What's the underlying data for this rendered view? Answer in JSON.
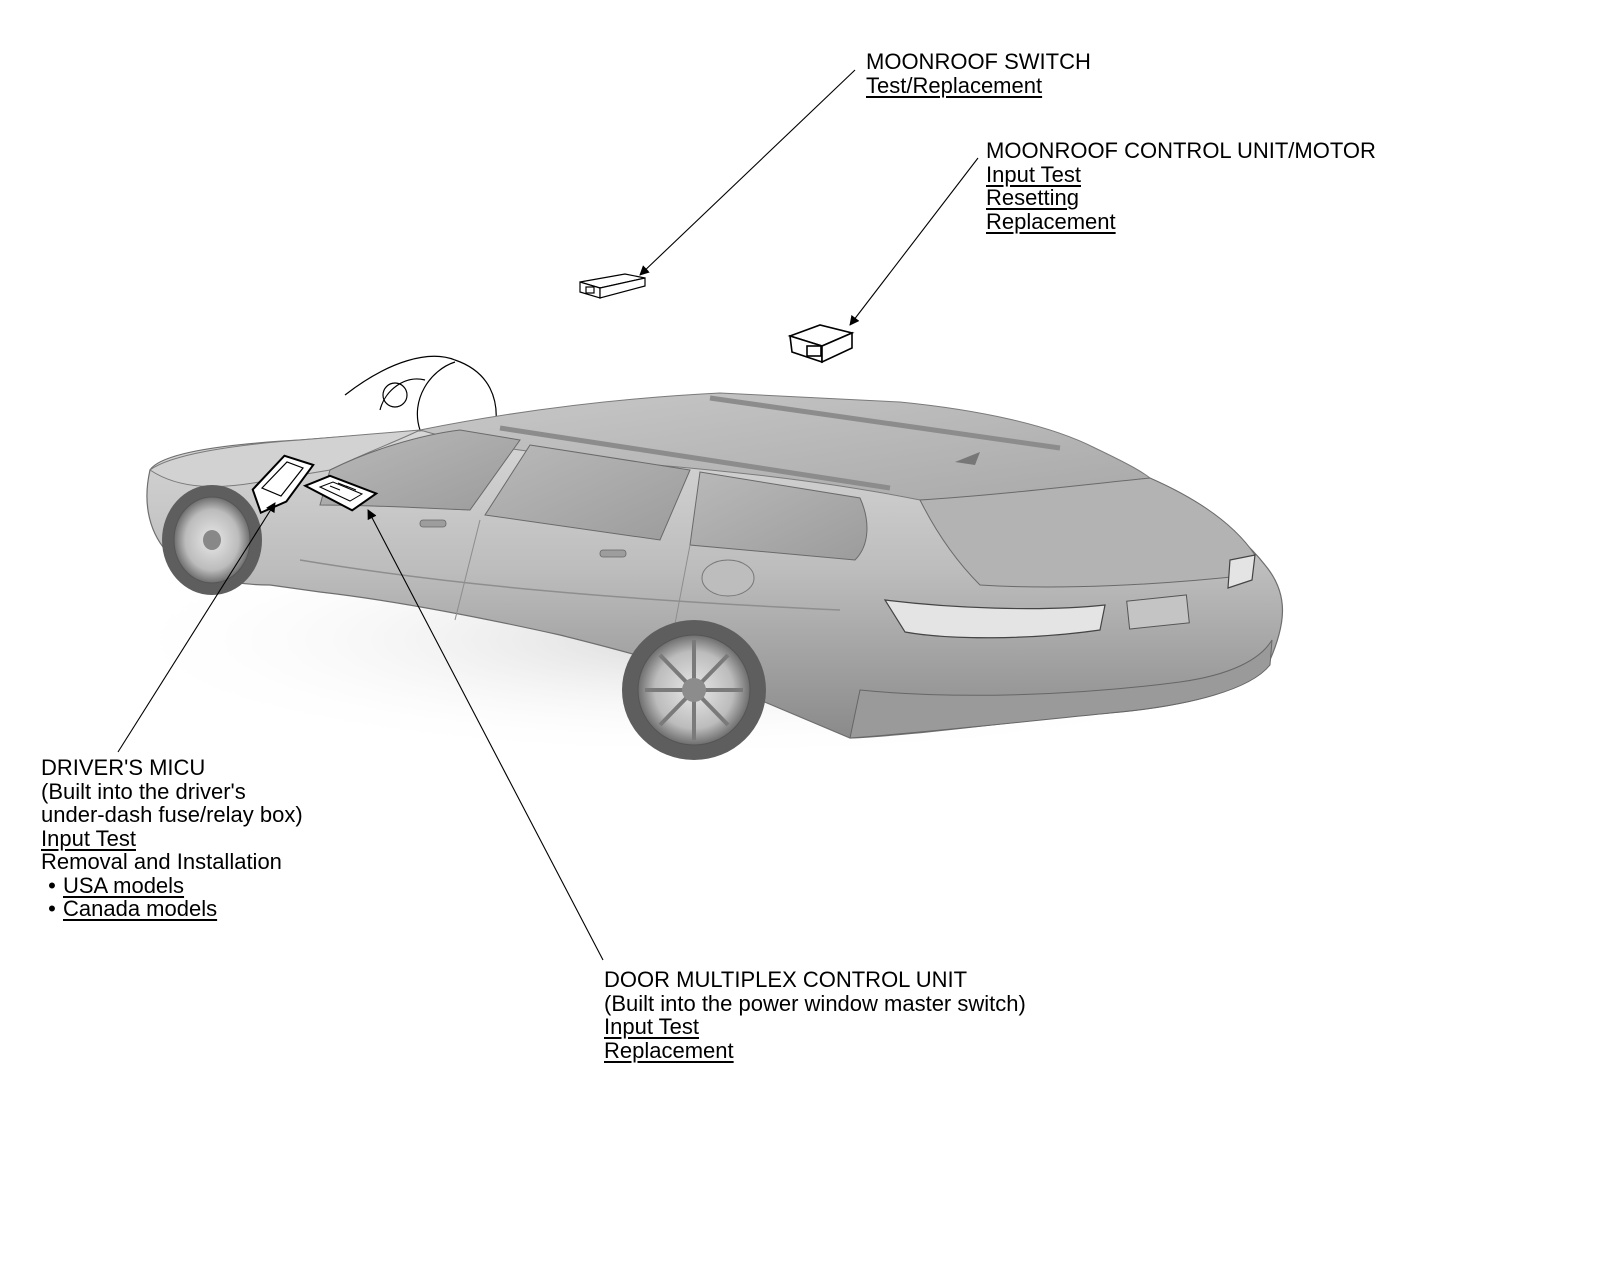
{
  "callouts": {
    "moonroof_switch": {
      "title": "MOONROOF SWITCH",
      "links": [
        "Test/Replacement"
      ]
    },
    "moonroof_control_unit": {
      "title": "MOONROOF CONTROL UNIT/MOTOR",
      "links": [
        "Input Test",
        "Resetting",
        "Replacement"
      ]
    },
    "drivers_micu": {
      "title": "DRIVER'S MICU",
      "note_line1": "(Built into the driver's",
      "note_line2": "under-dash fuse/relay box)",
      "input_test": "Input Test",
      "removal_heading": "Removal and Installation",
      "bullet": "•",
      "usa_models": "USA models",
      "canada_models": "Canada models"
    },
    "door_multiplex": {
      "title": "DOOR MULTIPLEX CONTROL UNIT",
      "note": "(Built into the power window master switch)",
      "links": [
        "Input Test",
        "Replacement"
      ]
    }
  },
  "colors": {
    "car_body_light": "#e6e6e6",
    "car_body_mid": "#b4b4b4",
    "car_body_dark": "#7a7a7a",
    "leader_line": "#000000"
  }
}
